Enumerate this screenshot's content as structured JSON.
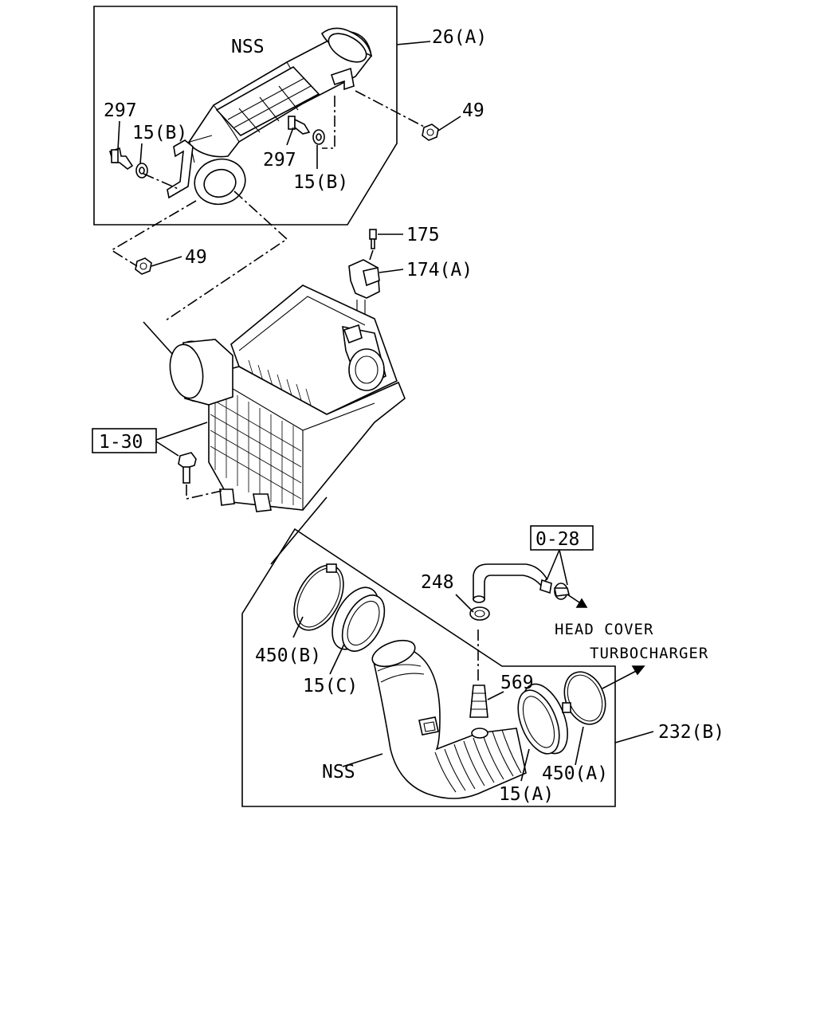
{
  "labels": {
    "l_26a": "26(A)",
    "l_nss_top": "NSS",
    "l_297_left": "297",
    "l_15b_left": "15(B)",
    "l_297_mid": "297",
    "l_15b_mid": "15(B)",
    "l_49_right": "49",
    "l_49_left": "49",
    "l_175": "175",
    "l_174a": "174(A)",
    "l_1_30": "1-30",
    "l_0_28": "0-28",
    "l_248": "248",
    "l_450b": "450(B)",
    "l_15c": "15(C)",
    "l_569": "569",
    "l_nss_bottom": "NSS",
    "l_450a": "450(A)",
    "l_15a": "15(A)",
    "l_232b": "232(B)",
    "l_head_cover": "HEAD COVER",
    "l_turbocharger": "TURBOCHARGER"
  }
}
